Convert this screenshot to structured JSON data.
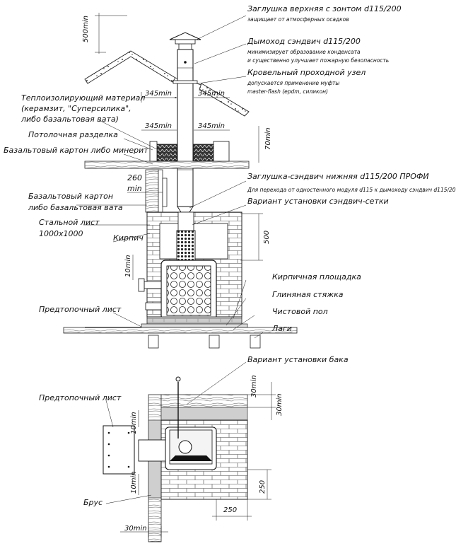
{
  "labels": {
    "cap_top": "Заглушка верхняя с зонтом d115/200",
    "cap_top_note": "защищает от атмосферных осадков",
    "chimney": "Дымоход сэндвич d115/200",
    "chimney_note_1": "минимизирует образование конденсата",
    "chimney_note_2": "и существенно улучшает пожарную безопасность",
    "roof_node": "Кровельный проходной узел",
    "roof_node_note_1": "допускается применение муфты",
    "roof_node_note_2": "master-flash (epdm, силикон)",
    "insulation_1": "Теплоизолирующий материал",
    "insulation_2": "(керамзит, \"Суперсилика\",",
    "insulation_3": "либо базальтовая вата)",
    "ceiling_cut": "Потолочная разделка",
    "basalt_board": "Базальтовый картон либо минерит",
    "cap_bottom": "Заглушка-сэндвич нижняя d115/200 ПРОФИ",
    "cap_bottom_note": "Для перехода от одностенного модуля d115 к дымоходу сэндвич d115/200",
    "mesh_variant": "Вариант установки сэндвич-сетки",
    "basalt_board_2a": "Базальтовый картон",
    "basalt_board_2b": "либо базальтовая вата",
    "steel_sheet_1": "Стальной лист",
    "steel_sheet_2": "1000x1000",
    "brick": "Кирпич",
    "brick_platform": "Кирпичная площадка",
    "clay_screed": "Глиняная стяжка",
    "finish_floor": "Чистовой пол",
    "pre_furnace_sheet": "Предтопочный лист",
    "joists": "Лаги",
    "tank_variant": "Вариант установки бака",
    "pre_furnace_sheet_2": "Предтопочный лист",
    "beam": "Брус"
  },
  "dimensions": {
    "d_500min_top": "500min",
    "d_345_roof_l": "345min",
    "d_345_roof_r": "345min",
    "d_345_ceil_l": "345min",
    "d_345_ceil_r": "345min",
    "d_70min": "70min",
    "d_260": "260",
    "d_260_min": "min",
    "d_500": "500",
    "d_10min_side": "10min",
    "d_30min_a": "30min",
    "d_30min_b": "30min",
    "d_10min_plan_top": "10min",
    "d_10min_plan_bot": "10min",
    "d_250_v": "250",
    "d_250_h": "250",
    "d_30min_bottom": "30min"
  }
}
